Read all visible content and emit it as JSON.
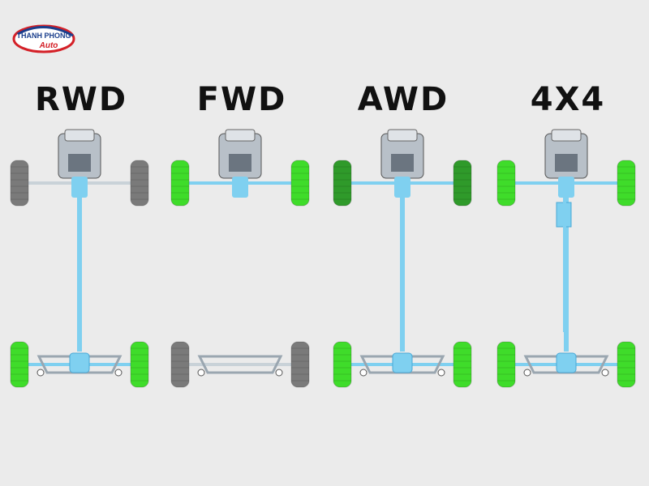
{
  "logo": {
    "line1": "THANH PHONG",
    "line2": "Auto"
  },
  "drivetrains": [
    {
      "label": "RWD",
      "front_driven": false,
      "rear_driven": true,
      "front_color": "#7a7a7a",
      "rear_color": "#3fdc2a",
      "center_shaft": true,
      "transfer_case": false
    },
    {
      "label": "FWD",
      "front_driven": true,
      "rear_driven": false,
      "front_color": "#3fdc2a",
      "rear_color": "#7a7a7a",
      "center_shaft": false,
      "transfer_case": false
    },
    {
      "label": "AWD",
      "front_driven": true,
      "rear_driven": true,
      "front_color": "#2f9a2a",
      "rear_color": "#3fdc2a",
      "center_shaft": true,
      "transfer_case": false
    },
    {
      "label": "4X4",
      "front_driven": true,
      "rear_driven": true,
      "front_color": "#3fdc2a",
      "rear_color": "#3fdc2a",
      "center_shaft": true,
      "transfer_case": true
    }
  ],
  "colors": {
    "background": "#ebebeb",
    "drivetrain": "#7fd0f0",
    "logo_red": "#d42027",
    "logo_blue": "#1a3e8c"
  }
}
